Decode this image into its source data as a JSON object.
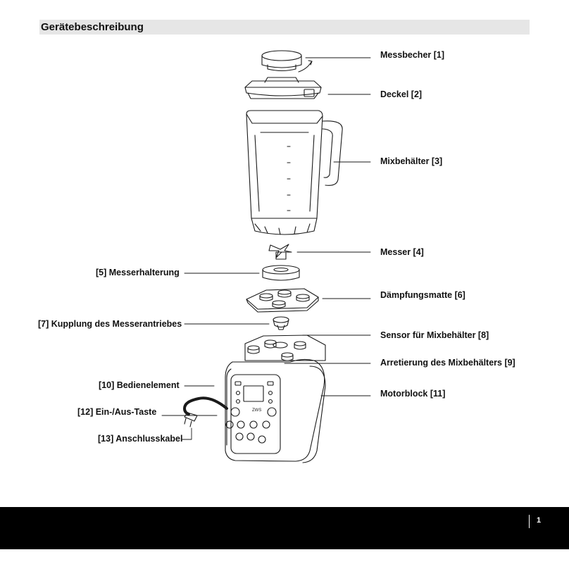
{
  "header": {
    "title": "Gerätebeschreibung"
  },
  "labels": {
    "measuring_cup": "Messbecher [1]",
    "lid": "Deckel [2]",
    "jug": "Mixbehälter [3]",
    "blade": "Messer [4]",
    "blade_holder": "[5] Messerhalterung",
    "damping_mat": "Dämpfungsmatte [6]",
    "coupling": "[7] Kupplung des Messerantriebes",
    "sensor": "Sensor für Mixbehälter [8]",
    "lock": "Arretierung des Mixbehälters [9]",
    "control_panel": "[10] Bedienelement",
    "motor_block": "Motorblock [11]",
    "power_switch": "[12] Ein-/Aus-Taste",
    "power_cable": "[13] Anschlusskabel"
  },
  "footer": {
    "page_number": "1"
  },
  "colors": {
    "line": "#1a1a1a",
    "footer_bg": "#000000",
    "header_bg": "#e6e6e6"
  }
}
